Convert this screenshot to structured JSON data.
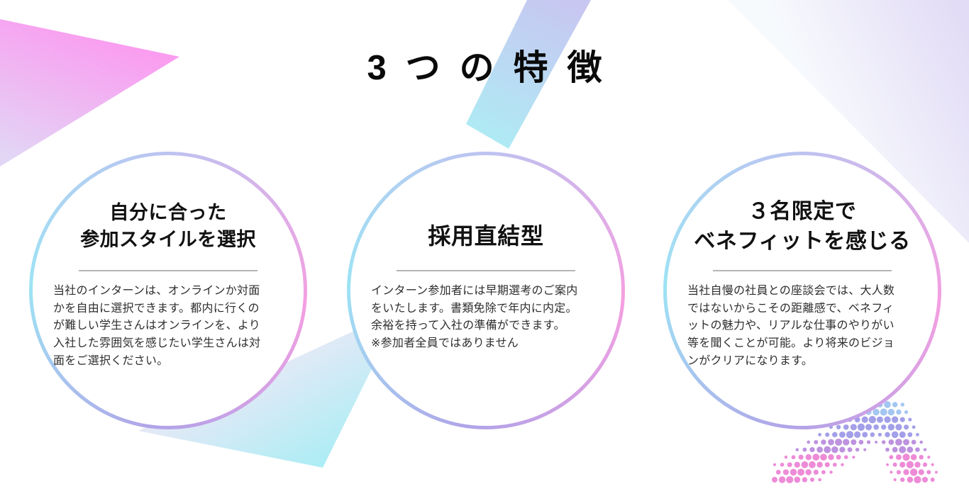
{
  "page": {
    "background": "#ffffff"
  },
  "header": {
    "title": "3つの特徴"
  },
  "features": [
    {
      "title": "自分に合った\n参加スタイルを選択",
      "body": "当社のインターンは、オンラインか対面\nかを自由に選択できます。都内に行くの\nが難しい学生さんはオンラインを、より\n入社した雰囲気を感じたい学生さんは対\n面をご選択ください。"
    },
    {
      "title": "採用直結型",
      "body": "インターン参加者には早期選考のご案内\nをいたします。書類免除で年内に内定。\n余裕を持って入社の準備ができます。\n※参加者全員ではありません"
    },
    {
      "title": "３名限定で\nベネフィットを感じる",
      "body": "当社自慢の社員との座談会では、大人数\nではないからこその距離感で、ベネフィ\nットの魅力や、リアルな仕事のやりがい\n等を聞くことが可能。より将来のビジョ\nンがクリアになります。"
    }
  ],
  "decor": {
    "pink_triangle": {
      "from": "#fa9df0",
      "to": "#e2d6f5"
    },
    "title_band": {
      "from": "#c7c7f1",
      "to": "#aeebf4"
    },
    "corner_wedge": {
      "from": "#e3dcf6",
      "to": "#f7fafd"
    },
    "cyan_triangle": {
      "from": "#f7e8f6",
      "to": "#a9edf5"
    },
    "ring_colors": [
      "#bdc3f0",
      "#f49fe1",
      "#b1a3e8",
      "#9de3f4"
    ],
    "dot_colors": [
      "#a3c6f2",
      "#a39fe8",
      "#bd92df",
      "#ed8bd7"
    ],
    "divider_color": "#b5b5b5"
  }
}
